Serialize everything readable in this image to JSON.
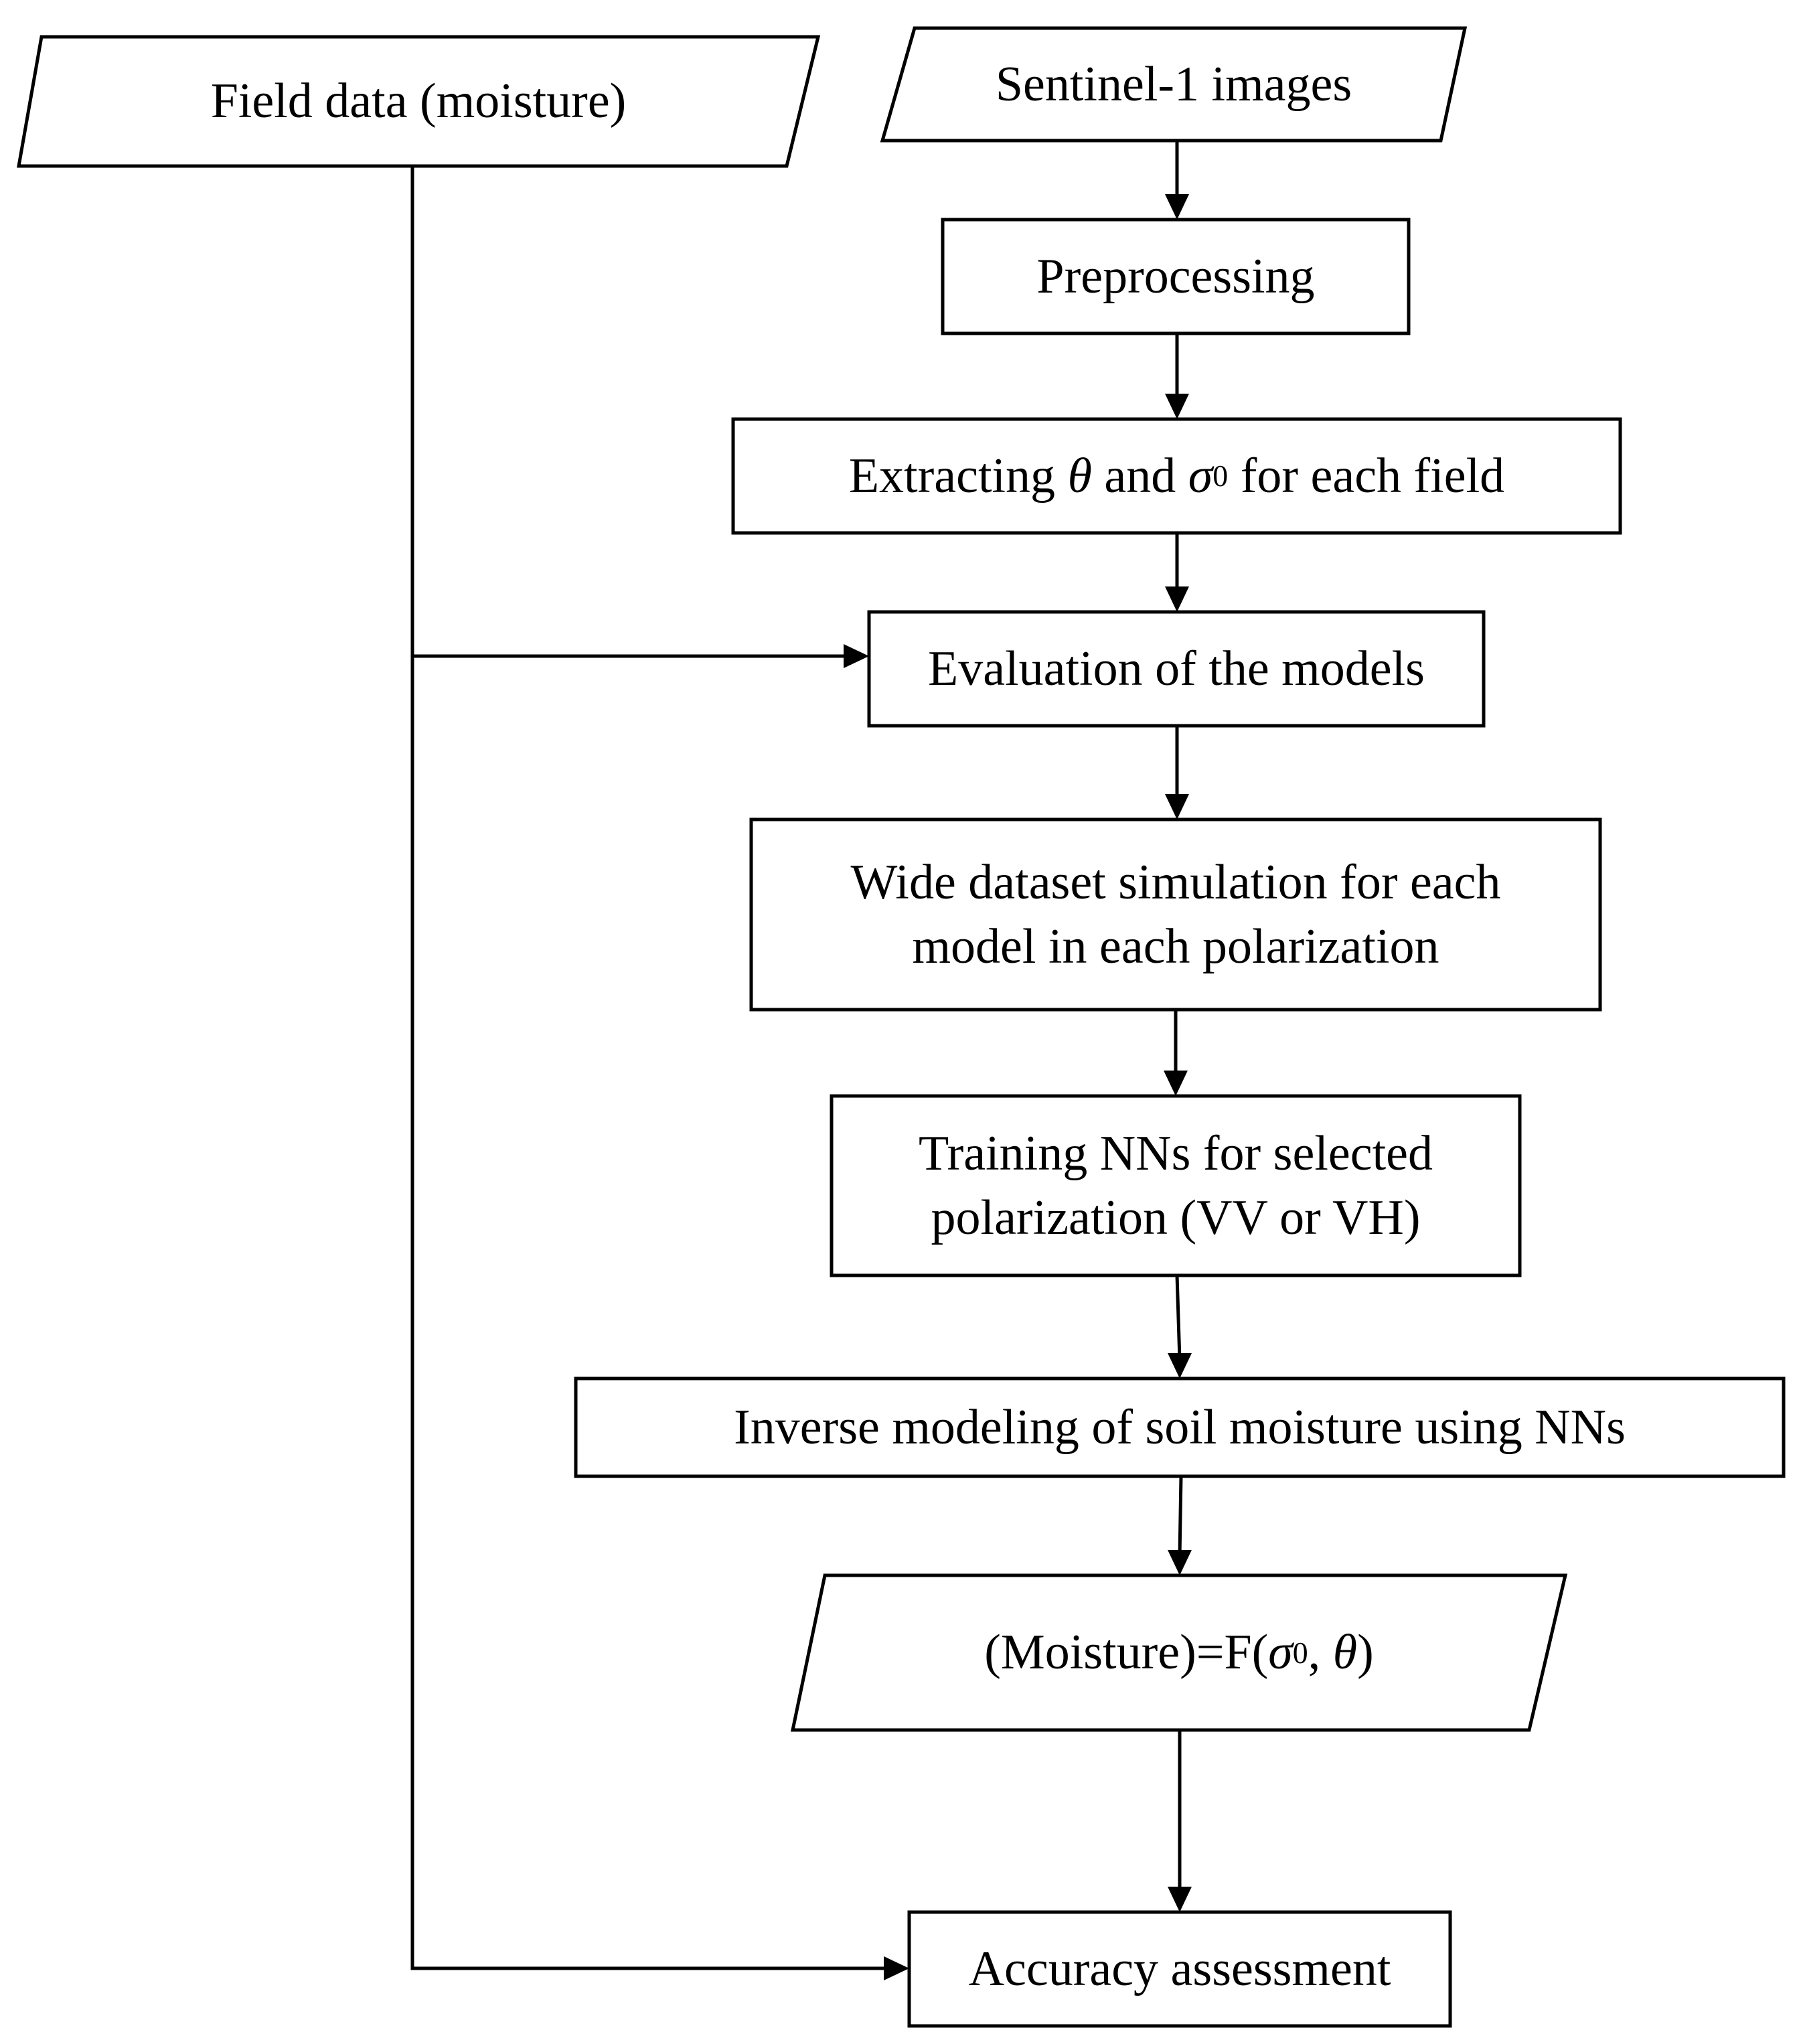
{
  "nodes": {
    "field_data": "Field data (moisture)",
    "sentinel": "Sentinel-1 images",
    "preprocessing": "Preprocessing",
    "extracting": {
      "prefix": "Extracting ",
      "theta": "θ",
      "middle": " and ",
      "sigma": "σ",
      "sup": "0",
      "suffix": " for each field"
    },
    "evaluation": "Evaluation of the models",
    "simulation": {
      "line1": "Wide dataset simulation for each",
      "line2": "model in each polarization"
    },
    "training": {
      "line1": "Training NNs for selected",
      "line2": "polarization (VV or VH)"
    },
    "inverse": "Inverse modeling of soil moisture using NNs",
    "output": {
      "prefix": "(Moisture)=F(",
      "sigma": "σ",
      "sup": "0",
      "comma": ", ",
      "theta": "θ",
      "suffix": ")"
    },
    "accuracy": "Accuracy assessment"
  }
}
